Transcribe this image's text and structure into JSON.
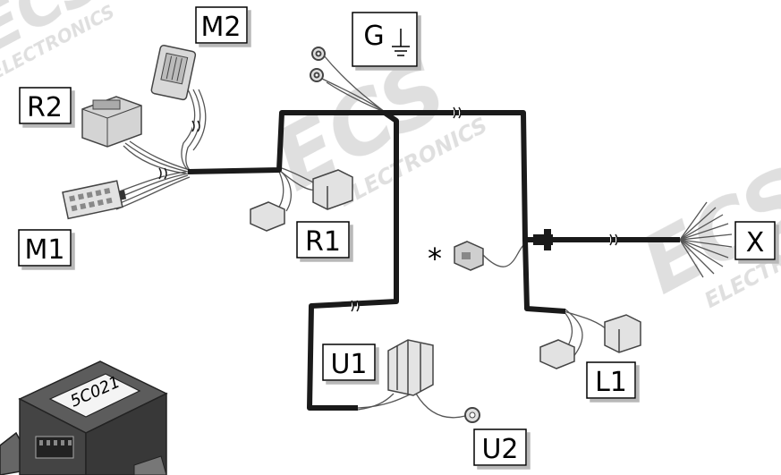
{
  "watermark": {
    "brand": "ECS",
    "subtitle": "ELECTRONICS"
  },
  "module_label": "5C021",
  "connectors": {
    "M2": "M2",
    "G": "G",
    "R2": "R2",
    "M1": "M1",
    "R1": "R1",
    "X": "X",
    "U1": "U1",
    "L1": "L1",
    "U2": "U2"
  },
  "optional_marker": "*",
  "colors": {
    "cable": "#1a1a1a",
    "wire": "#555555",
    "label_border": "#000000",
    "shadow": "#bdbdbd",
    "watermark": "#dcdcdc"
  }
}
